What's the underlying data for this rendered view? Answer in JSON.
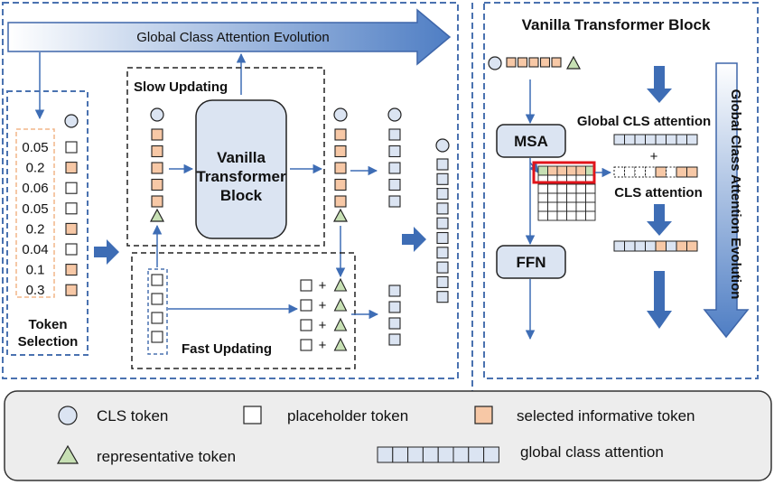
{
  "colors": {
    "border_blue": "#4a72b0",
    "token_blue": "#dbe4f2",
    "token_orange": "#f7c8a6",
    "token_green": "#c7e0b4",
    "arrow_blue": "#3e6db5",
    "highlight_red": "#e0141b",
    "score_box": "#f2b689",
    "legend_bg": "#ededed"
  },
  "banner": {
    "title": "Global Class Attention Evolution"
  },
  "left": {
    "scores": [
      "0.05",
      "0.2",
      "0.06",
      "0.05",
      "0.2",
      "0.04",
      "0.1",
      "0.3"
    ],
    "score_token_types": [
      "placeholder",
      "informative",
      "placeholder",
      "placeholder",
      "informative",
      "placeholder",
      "informative",
      "informative"
    ],
    "token_selection_line1": "Token",
    "token_selection_line2": "Selection",
    "slow_updating": "Slow Updating",
    "fast_updating": "Fast Updating",
    "block_line1": "Vanilla",
    "block_line2": "Transformer",
    "block_line3": "Block",
    "plus": "+"
  },
  "right": {
    "title": "Vanilla Transformer Block",
    "msa": "MSA",
    "ffn": "FFN",
    "global_cls_attention": "Global CLS attention",
    "cls_attention": "CLS attention",
    "plus": "+",
    "vertical_label": "Global Class Attention Evolution"
  },
  "legend": {
    "cls_token": "CLS token",
    "placeholder_token": "placeholder token",
    "selected_informative_token": "selected informative token",
    "representative_token": "representative token",
    "global_class_attention": "global class attention"
  }
}
